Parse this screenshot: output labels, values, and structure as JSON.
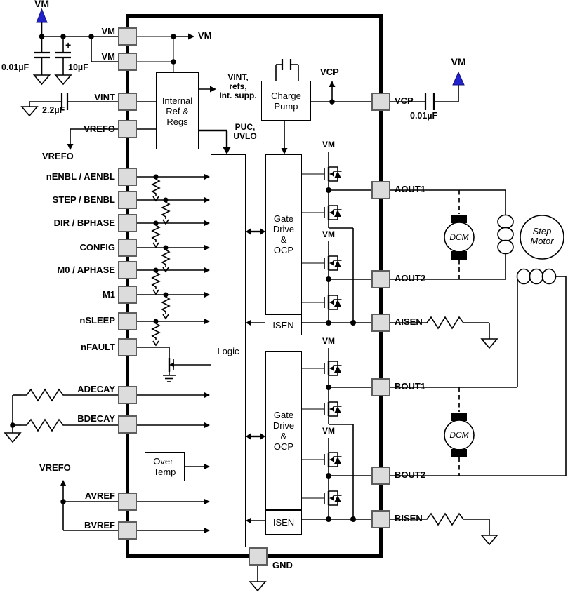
{
  "pins": {
    "left": [
      {
        "label": "VM"
      },
      {
        "label": "VM"
      },
      {
        "label": "VINT"
      },
      {
        "label": "VREFO"
      },
      {
        "label": "nENBL / AENBL"
      },
      {
        "label": "STEP / BENBL"
      },
      {
        "label": "DIR / BPHASE"
      },
      {
        "label": "CONFIG"
      },
      {
        "label": "M0 / APHASE"
      },
      {
        "label": "M1"
      },
      {
        "label": "nSLEEP"
      },
      {
        "label": "nFAULT"
      },
      {
        "label": "ADECAY"
      },
      {
        "label": "BDECAY"
      },
      {
        "label": "AVREF"
      },
      {
        "label": "BVREF"
      }
    ],
    "right": [
      {
        "label": "VCP"
      },
      {
        "label": "AOUT1"
      },
      {
        "label": "AOUT2"
      },
      {
        "label": "AISEN"
      },
      {
        "label": "BOUT1"
      },
      {
        "label": "BOUT2"
      },
      {
        "label": "BISEN"
      }
    ],
    "bottom": [
      {
        "label": "GND"
      }
    ]
  },
  "blocks": {
    "internal_ref": "Internal\nRef &\nRegs",
    "charge_pump": "Charge\nPump",
    "logic": "Logic",
    "gate_drive_a": "Gate\nDrive\n&\nOCP",
    "gate_drive_b": "Gate\nDrive\n&\nOCP",
    "isen_a": "ISEN",
    "isen_b": "ISEN",
    "over_temp": "Over-\nTemp"
  },
  "nets": {
    "vm": "VM",
    "vcp": "VCP",
    "vrefo": "VREFO",
    "vint_refs": "VINT,\nrefs,\nInt. supp.",
    "puc_uvlo": "PUC,\nUVLO"
  },
  "components": {
    "cap_vm_bypass": "0.01µF",
    "cap_vm_bulk": "10µF",
    "cap_vm_bulk_polarity": "+",
    "cap_vint": "2.2µF",
    "cap_vcp": "0.01µF"
  },
  "motors": {
    "dcm": "DCM",
    "step": "Step\nMotor"
  },
  "colors": {
    "vm_arrow_blue": "#2222cc",
    "pin_fill": "#dcdcdc",
    "pin_border": "#5e5e5e",
    "wire_gray": "#7d7d7d",
    "wire_black": "#000000"
  }
}
